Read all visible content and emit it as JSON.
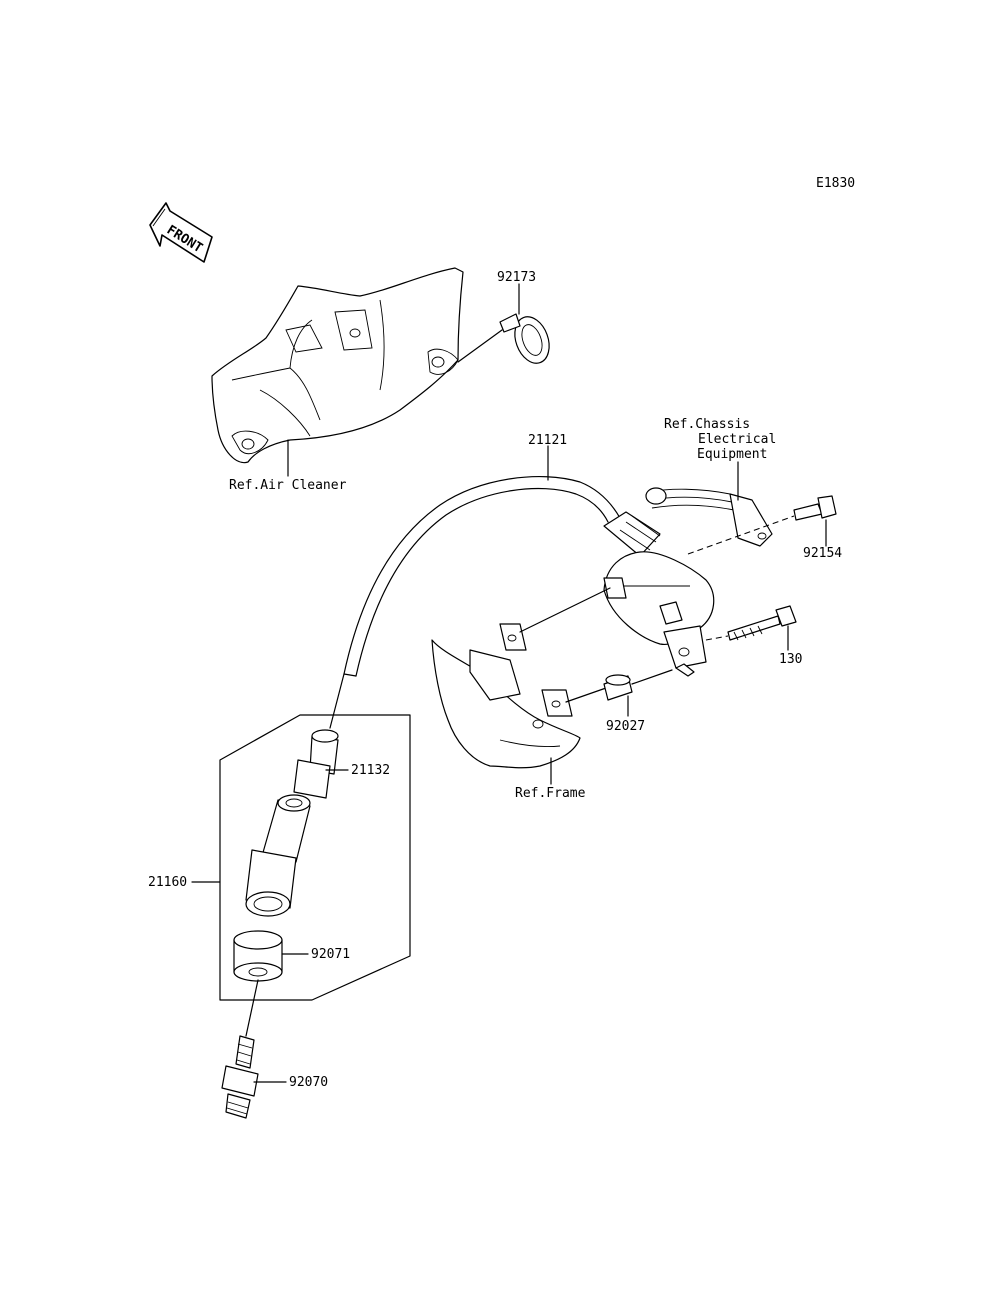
{
  "diagram_code": "E1830",
  "front_label": "FRONT",
  "parts": {
    "clamp": "92173",
    "coil": "21121",
    "bolt_ground": "92154",
    "bolt_coil": "130",
    "collar": "92027",
    "cap_boot": "21132",
    "plug_cap_assy": "21160",
    "seal": "92071",
    "spark_plug": "92070"
  },
  "refs": {
    "air_cleaner": "Ref.Air Cleaner",
    "frame": "Ref.Frame",
    "chassis_line1": "Ref.Chassis",
    "chassis_line2": "Electrical",
    "chassis_line3": "Equipment"
  }
}
